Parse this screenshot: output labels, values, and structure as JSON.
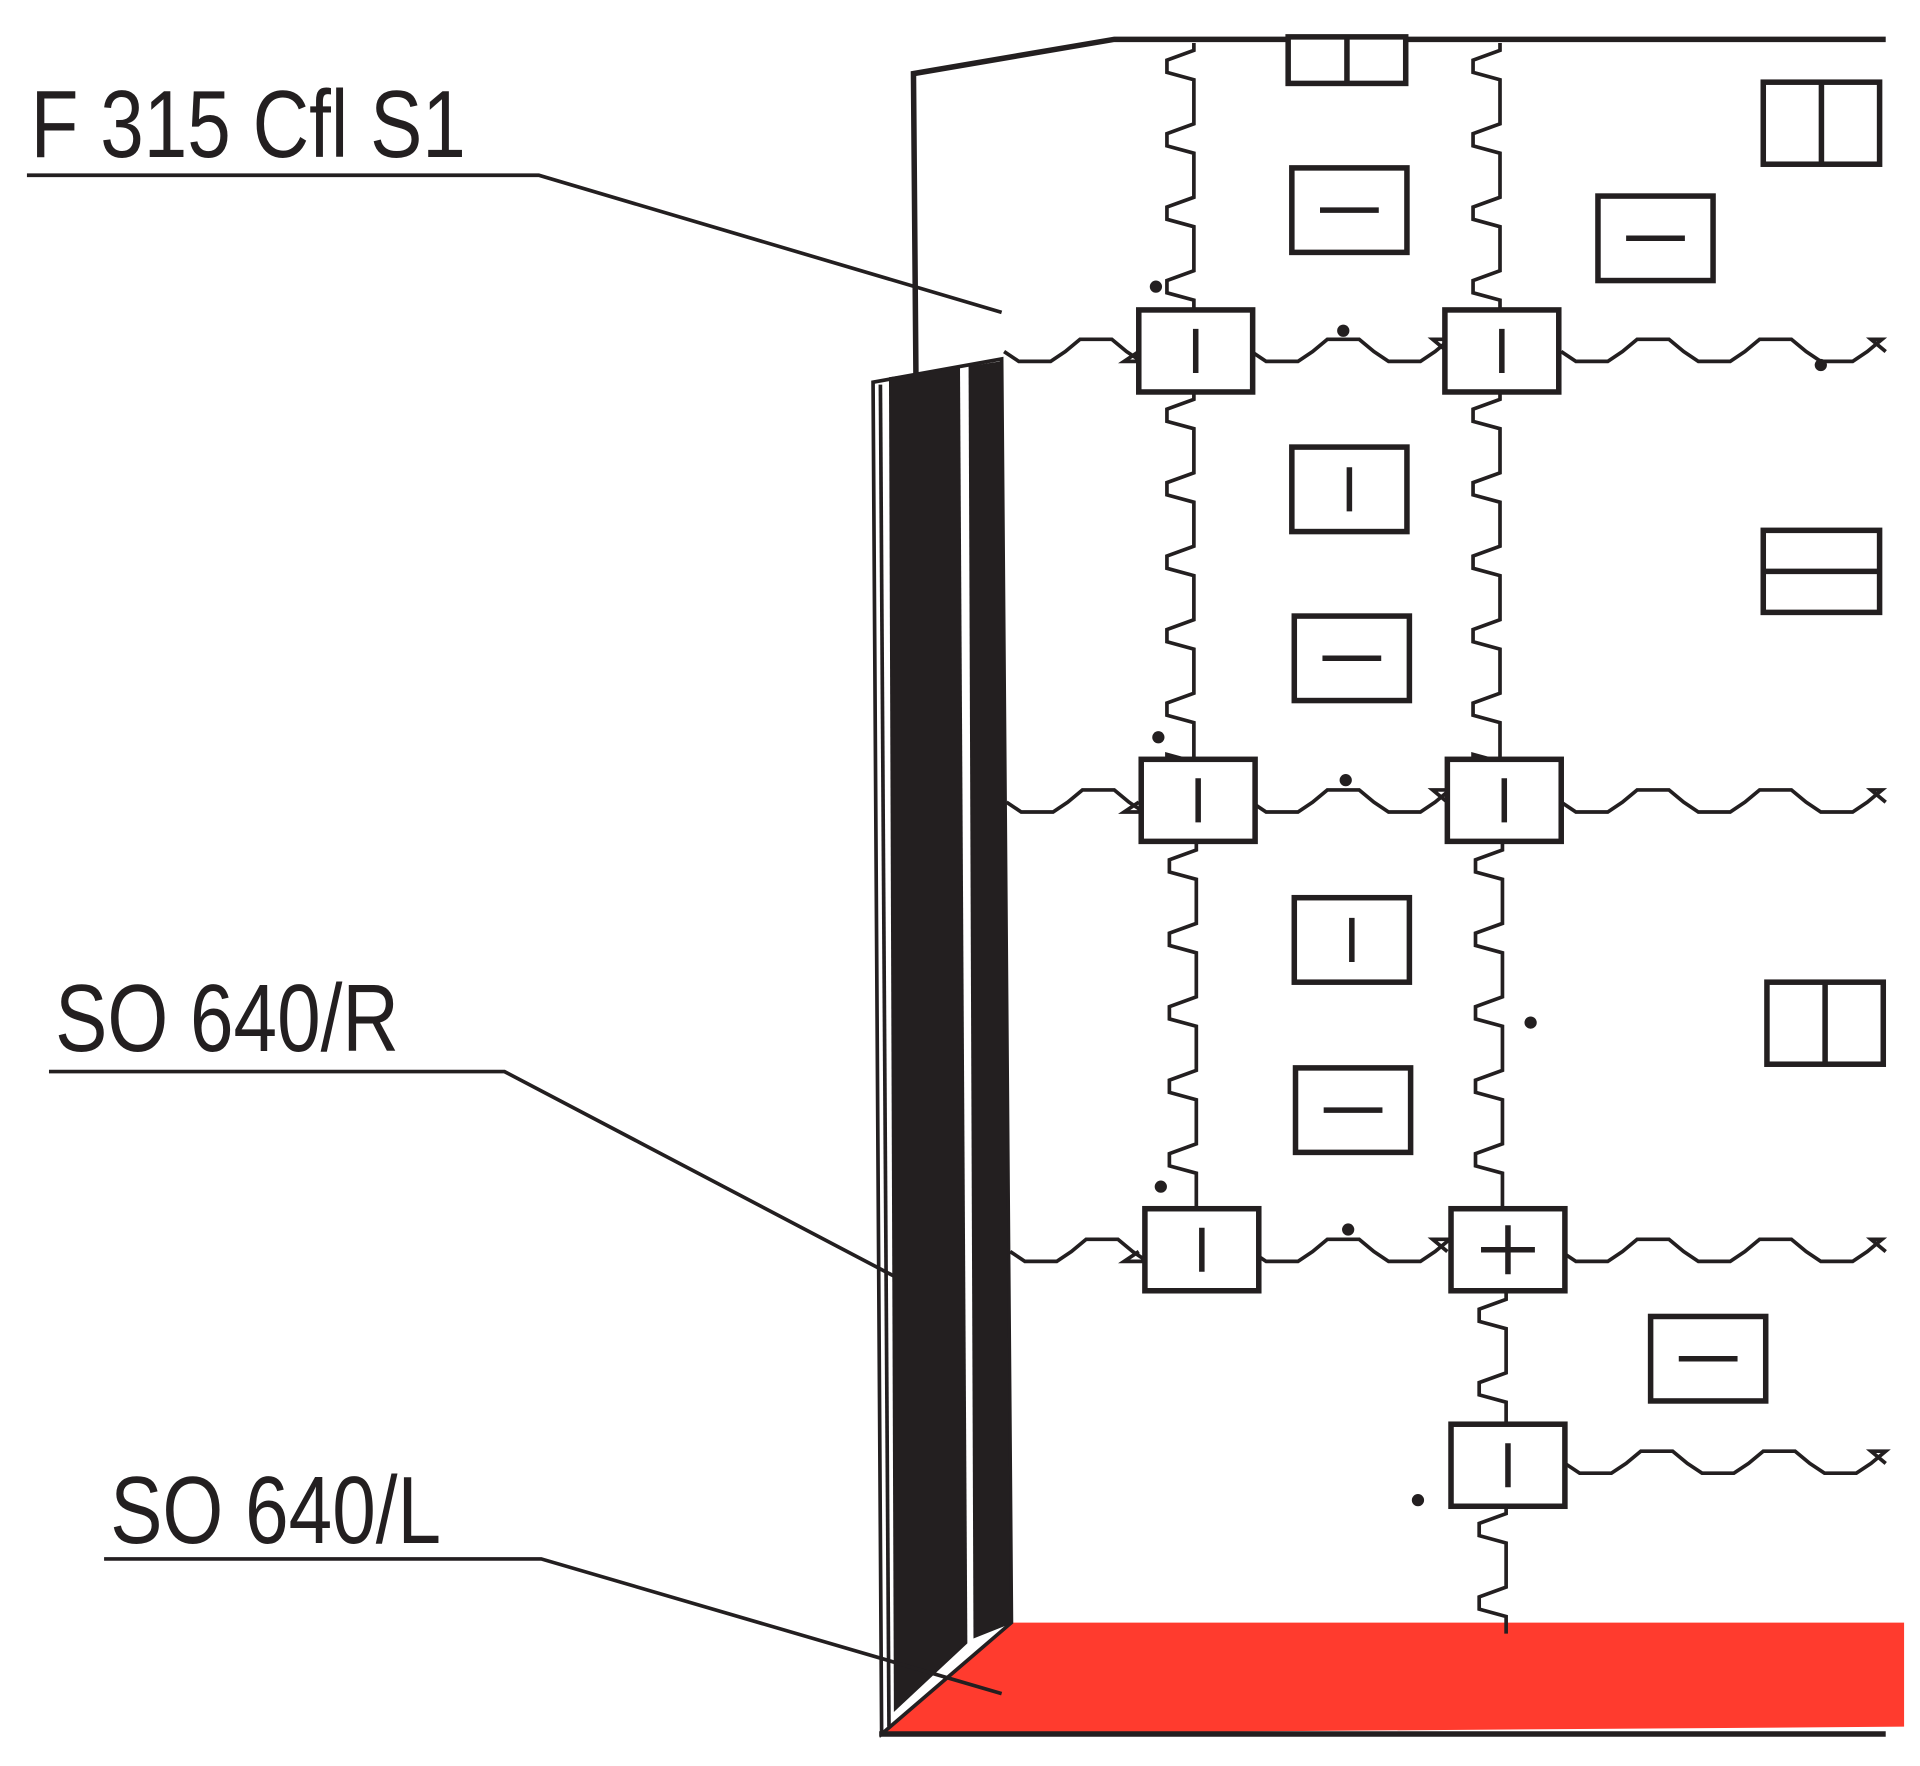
{
  "labels": {
    "top": "F 315 Cfl S1",
    "middle": "SO 640/R",
    "bottom": "SO 640/L"
  },
  "colors": {
    "floor": "#ff3b2e",
    "ink": "#231f20"
  }
}
